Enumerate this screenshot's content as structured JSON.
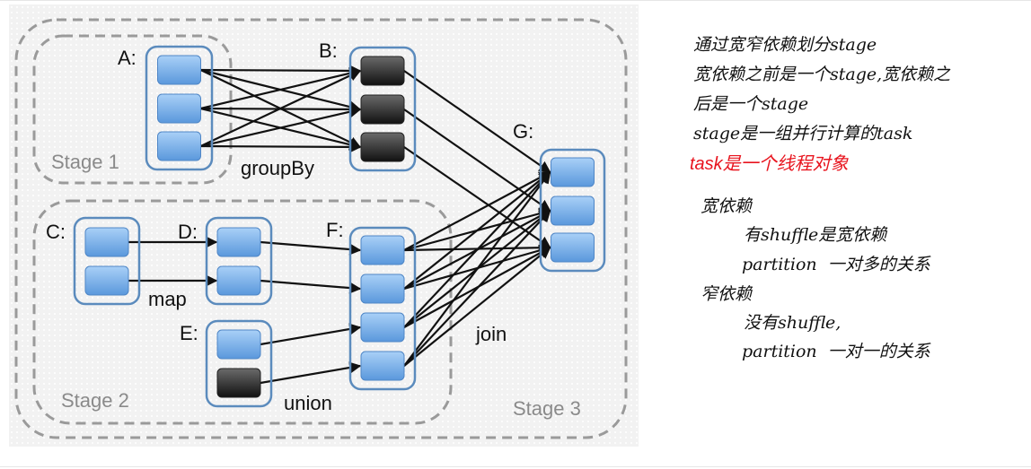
{
  "diagram": {
    "stages": [
      {
        "id": "stage1",
        "label": "Stage 1"
      },
      {
        "id": "stage2",
        "label": "Stage 2"
      },
      {
        "id": "stage3",
        "label": "Stage 3"
      }
    ],
    "rdds": [
      {
        "id": "A",
        "label": "A:",
        "partitions": [
          "light",
          "light",
          "light"
        ]
      },
      {
        "id": "B",
        "label": "B:",
        "partitions": [
          "dark",
          "dark",
          "dark"
        ]
      },
      {
        "id": "C",
        "label": "C:",
        "partitions": [
          "light",
          "light"
        ]
      },
      {
        "id": "D",
        "label": "D:",
        "partitions": [
          "light",
          "light"
        ]
      },
      {
        "id": "E",
        "label": "E:",
        "partitions": [
          "light",
          "dark"
        ]
      },
      {
        "id": "F",
        "label": "F:",
        "partitions": [
          "light",
          "light",
          "light",
          "light"
        ]
      },
      {
        "id": "G",
        "label": "G:",
        "partitions": [
          "light",
          "light",
          "light"
        ]
      }
    ],
    "operations": [
      {
        "id": "groupBy",
        "label": "groupBy",
        "from": "A",
        "to": "B",
        "dependency": "wide"
      },
      {
        "id": "map",
        "label": "map",
        "from": "C",
        "to": "D",
        "dependency": "narrow"
      },
      {
        "id": "union",
        "label": "union",
        "from": [
          "D",
          "E"
        ],
        "to": "F",
        "dependency": "narrow"
      },
      {
        "id": "join",
        "label": "join",
        "from": [
          "B",
          "F"
        ],
        "to": "G",
        "dependency": "wide/narrow"
      }
    ],
    "colors": {
      "partition_light": "#7db3ea",
      "partition_dark": "#333333",
      "rdd_border": "#5b8bbd",
      "stage_dash": "#999999",
      "stage_label": "#8a8a8a",
      "edge": "#111111"
    }
  },
  "notes": {
    "lines": [
      "通过宽窄依赖划分stage",
      "宽依赖之前是一个stage,宽依赖之",
      "后是一个stage",
      "stage是一组并行计算的task"
    ],
    "highlight": "task是一个线程对象",
    "highlight_color": "#e8141e",
    "wide_dependency": {
      "title": "宽依赖",
      "items": [
        "有shuffle是宽依赖",
        "partition  一对多的关系"
      ]
    },
    "narrow_dependency": {
      "title": "窄依赖",
      "items": [
        "没有shuffle,",
        "partition  一对一的关系"
      ]
    }
  }
}
